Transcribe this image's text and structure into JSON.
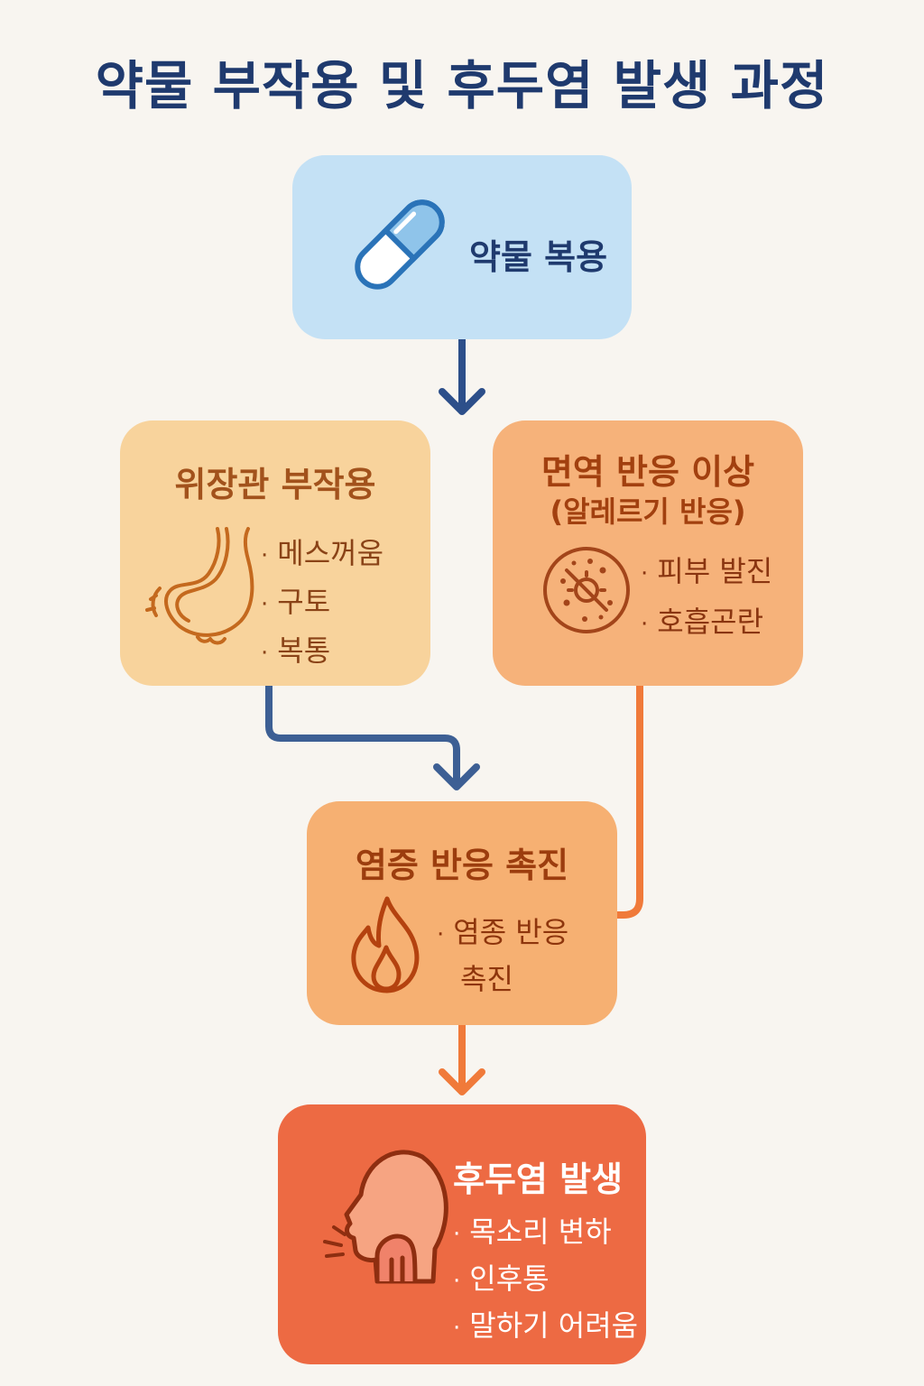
{
  "title": "약물 부작용 및 후두염 발생 과정",
  "drug": {
    "label": "약물 복용",
    "icon": "capsule-icon"
  },
  "gi": {
    "title": "위장관 부작용",
    "icon": "stomach-icon",
    "items": [
      "메스꺼움",
      "구토",
      "복통"
    ]
  },
  "immune": {
    "title_line1": "면역 반응 이상",
    "title_line2": "(알레르기 반응)",
    "icon": "cell-virus-icon",
    "items": [
      "피부 발진",
      "호흡곤란"
    ]
  },
  "inflammation": {
    "title": "염증 반응 촉진",
    "icon": "flame-icon",
    "item_line1": "염종 반응",
    "item_line2": "촉진"
  },
  "laryngitis": {
    "title": "후두염 발생",
    "icon": "throat-icon",
    "items": [
      "목소리 변하",
      "인후통",
      "말하기 어려움"
    ]
  },
  "colors": {
    "title": "#1f3a6e",
    "drug_box": "#c4e1f5",
    "gi_box": "#f8d39c",
    "immune_box": "#f6b27a",
    "inflammation_box": "#f6b072",
    "laryngitis_box": "#ed6a43",
    "arrow_blue": "#2d4f8a",
    "arrow_orange": "#f07a3a"
  }
}
